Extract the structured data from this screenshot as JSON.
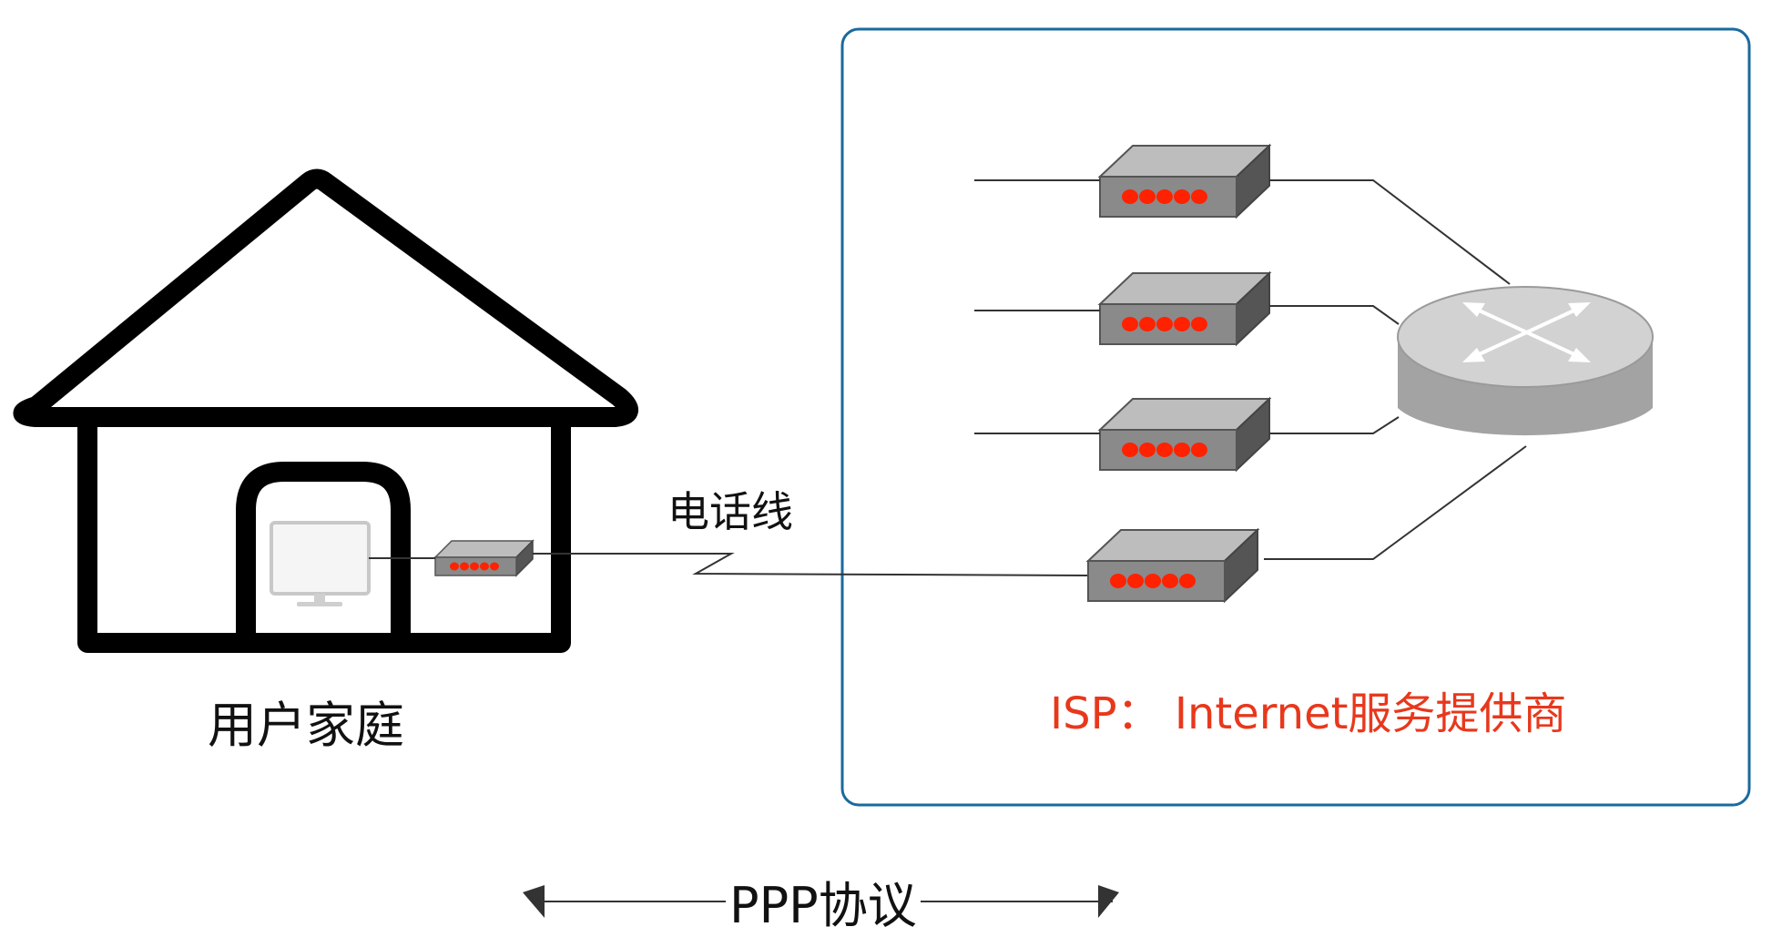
{
  "labels": {
    "house": "用户家庭",
    "phone_line": "电话线",
    "isp": "ISP： Internet服务提供商",
    "protocol": "PPP协议"
  },
  "colors": {
    "isp_box_border": "#1a6a9e",
    "isp_text": "#e8381c",
    "led": "#ff2200",
    "modem_face": "#8a8a8a",
    "modem_top": "#bdbdbd",
    "modem_side": "#555555",
    "router_top": "#d2d2d2",
    "router_side": "#a3a3a3",
    "house_stroke": "#000000"
  },
  "icons": {
    "house": "house-icon",
    "monitor": "monitor-icon",
    "home_modem": "modem-icon",
    "isp_modems": "modem-icon",
    "router": "router-icon"
  }
}
